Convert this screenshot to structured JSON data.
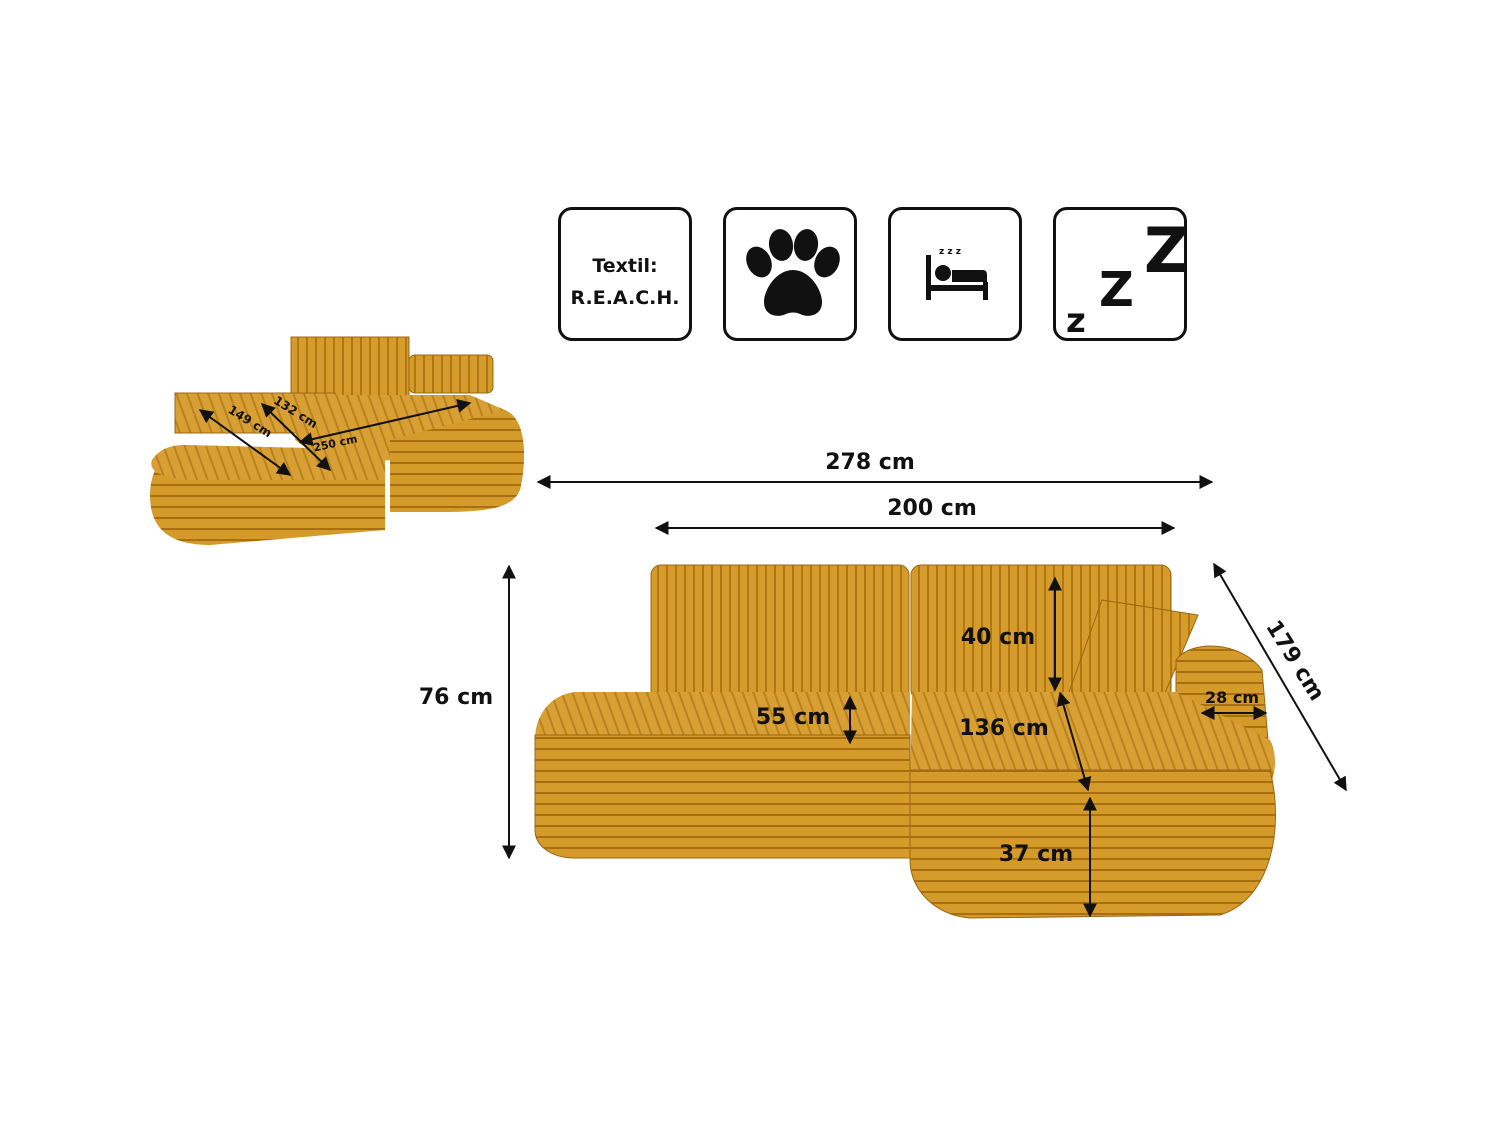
{
  "icons": {
    "textile": {
      "line1": "Textil:",
      "line2": "R.E.A.C.H."
    },
    "pet_friendly": {
      "icon": "paw-icon"
    },
    "sleep_function": {
      "icon": "bed-icon",
      "zzz": "z z z"
    },
    "comfort": {
      "icon": "zzz-icon",
      "letters": [
        "z",
        "Z",
        "Z"
      ]
    }
  },
  "small_view": {
    "dims": {
      "width_a": "149 cm",
      "width_b": "132 cm",
      "length": "250 cm"
    }
  },
  "main_view": {
    "dims": {
      "total_width": "278 cm",
      "inner_width": "200 cm",
      "height": "76 cm",
      "depth": "179 cm",
      "back_height": "40 cm",
      "seat_height": "55 cm",
      "seat_depth": "136 cm",
      "armrest_width": "28 cm",
      "base_height": "37 cm"
    }
  },
  "colors": {
    "fabric": "#d49a2a",
    "fabric_dark": "#b9801a",
    "fabric_stripe": "#a06a12",
    "ink": "#111111"
  }
}
